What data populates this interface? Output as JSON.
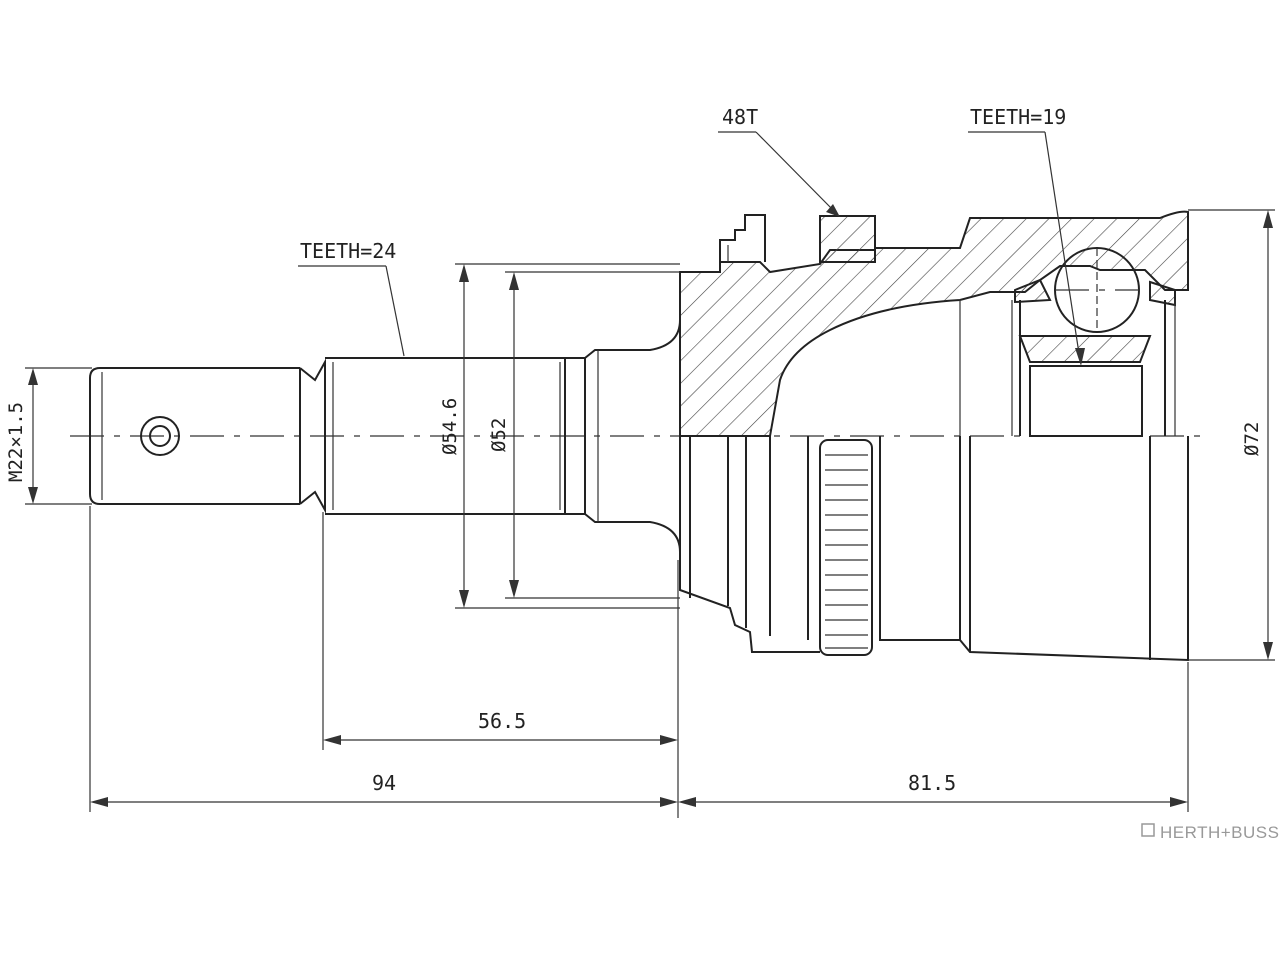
{
  "labels": {
    "teeth_outer": "TEETH=24",
    "teeth_48t": "48T",
    "teeth_inner": "TEETH=19",
    "thread": "M22×1.5",
    "dia_546": "Ø54.6",
    "dia_52": "Ø52",
    "dia_72": "Ø72",
    "len_565": "56.5",
    "len_94": "94",
    "len_815": "81.5"
  },
  "brand": {
    "name": "HERTH+BUSS"
  },
  "colors": {
    "line": "#222222",
    "brand": "#999999"
  }
}
